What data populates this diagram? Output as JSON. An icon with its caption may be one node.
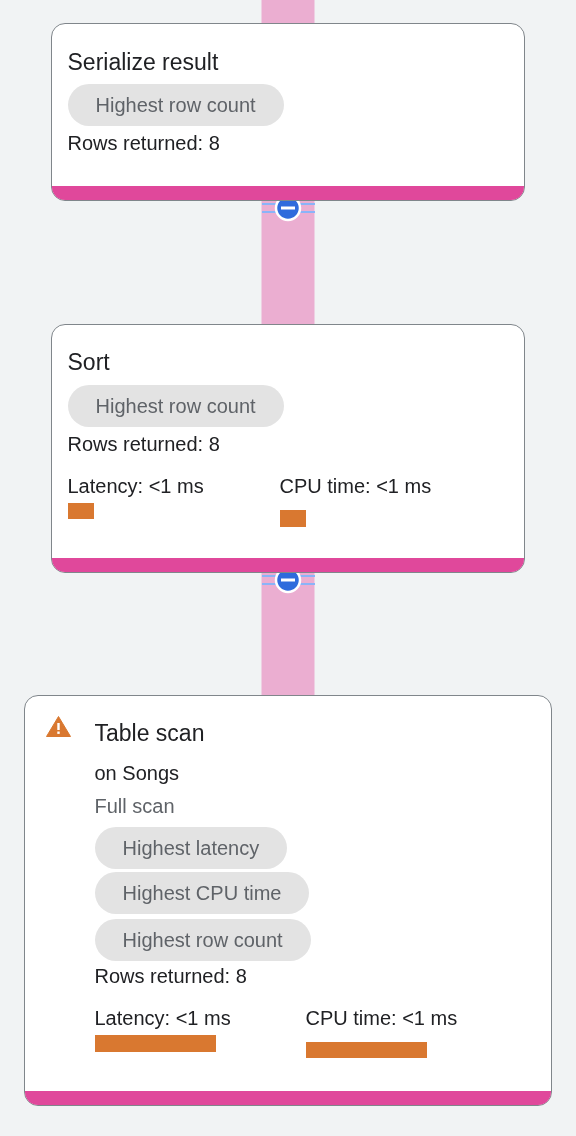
{
  "diagram": {
    "nodes": [
      {
        "text": [
          "Serialize result",
          "Highest row count",
          "Rows returned: 8"
        ]
      },
      {
        "text": [
          "Sort",
          "Highest row count",
          "Rows returned: 8",
          "Latency: <1 ms",
          "CPU time: <1 ms"
        ]
      },
      {
        "text": [
          "Table scan",
          "on Songs",
          "Full scan",
          "Highest latency",
          "Highest CPU time",
          "Highest row count",
          "Rows returned: 8",
          "Latency: <1 ms",
          "CPU time: <1 ms"
        ]
      }
    ],
    "edges": [
      {
        "from": null,
        "to": 0,
        "arrow": "none"
      },
      {
        "from": 0,
        "to": 1,
        "arrow": "none"
      },
      {
        "from": 1,
        "to": 2,
        "arrow": "none"
      }
    ]
  }
}
